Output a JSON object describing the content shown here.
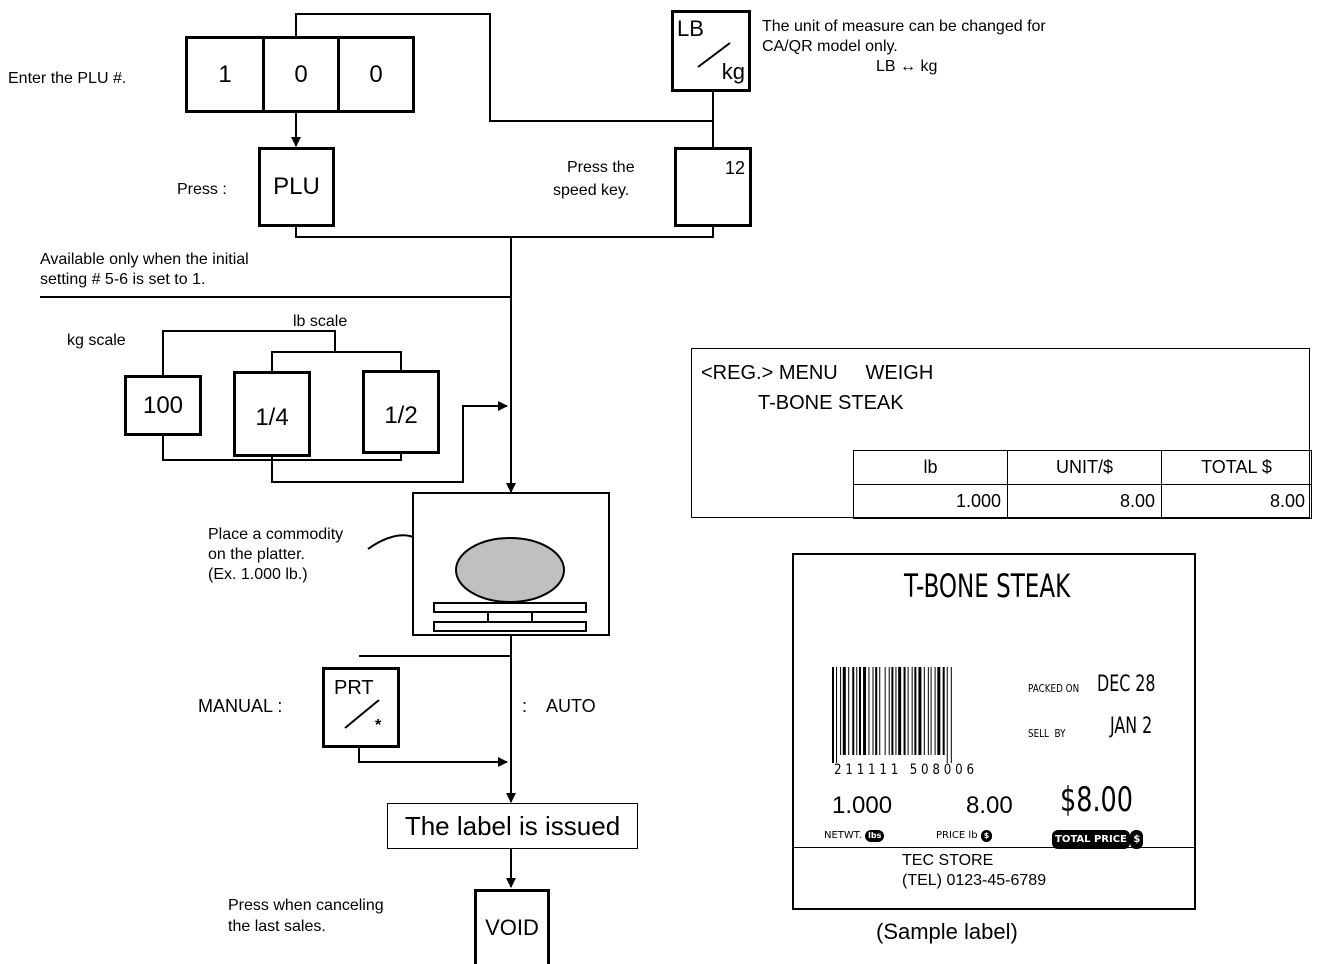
{
  "steps": {
    "enter_plu": "Enter the PLU #.",
    "press": "Press :",
    "press_speed_line1": "Press the",
    "press_speed_line2": "speed key.",
    "available_line1": "Available only when the initial",
    "available_line2": "setting # 5-6 is set to 1.",
    "kg_scale": "kg scale",
    "lb_scale": "lb scale",
    "place_line1": "Place a commodity",
    "place_line2": "on the platter.",
    "place_line3": "(Ex. 1.000 lb.)",
    "manual": "MANUAL :",
    "auto": ":    AUTO",
    "label_issued": "The label is issued",
    "void_line1": "Press when canceling",
    "void_line2": "the last sales.",
    "unit_note_line1": "The unit of measure can be changed for",
    "unit_note_line2": "CA/QR model only.",
    "unit_note_line3": "LB ↔ kg"
  },
  "keys": {
    "digit1": "1",
    "digit2": "0",
    "digit3": "0",
    "plu": "PLU",
    "speed": "12",
    "unit_top": "LB",
    "unit_bottom": "kg",
    "k100": "100",
    "k14": "1/4",
    "k12": "1/2",
    "prt": "PRT",
    "prt_star": "*",
    "void": "VOID"
  },
  "display": {
    "line1": "<REG.> MENU     WEIGH",
    "line2": "T-BONE STEAK",
    "headers": [
      "lb",
      "UNIT/$",
      "TOTAL $"
    ],
    "values": [
      "1.000",
      "8.00",
      "8.00"
    ]
  },
  "sample_label": {
    "title": "T-BONE STEAK",
    "packed_on_label": "PACKED ON",
    "packed_on_value": "DEC 28",
    "sell_by_label": "SELL  BY",
    "sell_by_value": "JAN 2",
    "barcode_number": "2 1 1 1 1 1   5 0 8 0 0 6",
    "weight": "1.000",
    "unit_price": "8.00",
    "total_price": "$8.00",
    "netwt_label": "NETWT.",
    "netwt_badge": "lbs",
    "price_label": "PRICE",
    "price_unit": "lb",
    "total_badge": "TOTAL PRICE",
    "store_name": "TEC STORE",
    "store_tel": "(TEL) 0123-45-6789",
    "caption": "(Sample label)"
  },
  "colors": {
    "commodity": "#c0c0c0",
    "ink": "#000000"
  }
}
